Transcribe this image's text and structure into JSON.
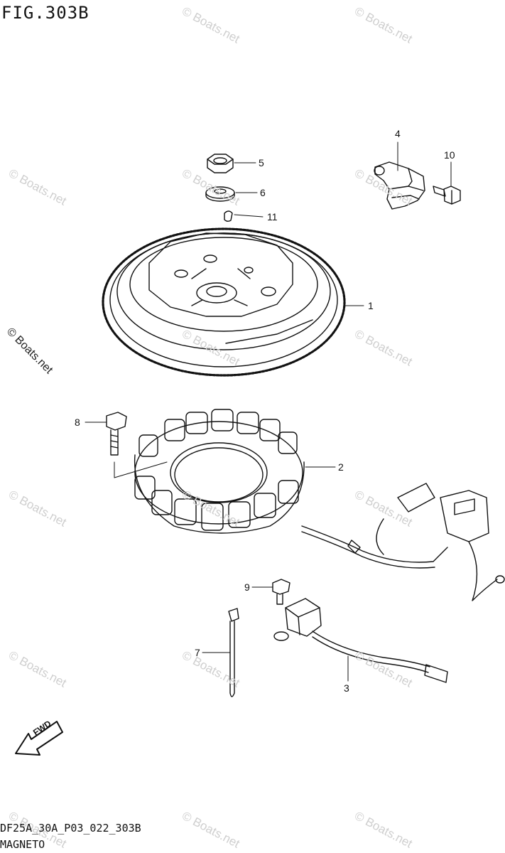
{
  "figure": {
    "title": "FIG.303B",
    "code": "DF25A_30A_P03_022_303B",
    "name": "MAGNETO",
    "fwd_label": "FWD"
  },
  "watermark": {
    "text": "© Boats.net"
  },
  "callouts": [
    "1",
    "2",
    "3",
    "4",
    "5",
    "6",
    "7",
    "8",
    "9",
    "10",
    "11"
  ],
  "parts": [
    {
      "number": "1",
      "description": "flywheel"
    },
    {
      "number": "2",
      "description": "stator coil"
    },
    {
      "number": "3",
      "description": "pulser coil"
    },
    {
      "number": "4",
      "description": "sensor"
    },
    {
      "number": "5",
      "description": "nut"
    },
    {
      "number": "6",
      "description": "washer"
    },
    {
      "number": "7",
      "description": "cable tie"
    },
    {
      "number": "8",
      "description": "bolt"
    },
    {
      "number": "9",
      "description": "bolt"
    },
    {
      "number": "10",
      "description": "bolt"
    },
    {
      "number": "11",
      "description": "key"
    }
  ],
  "colors": {
    "line": "#111111",
    "watermark": "#cfcfcf",
    "background": "#ffffff"
  }
}
